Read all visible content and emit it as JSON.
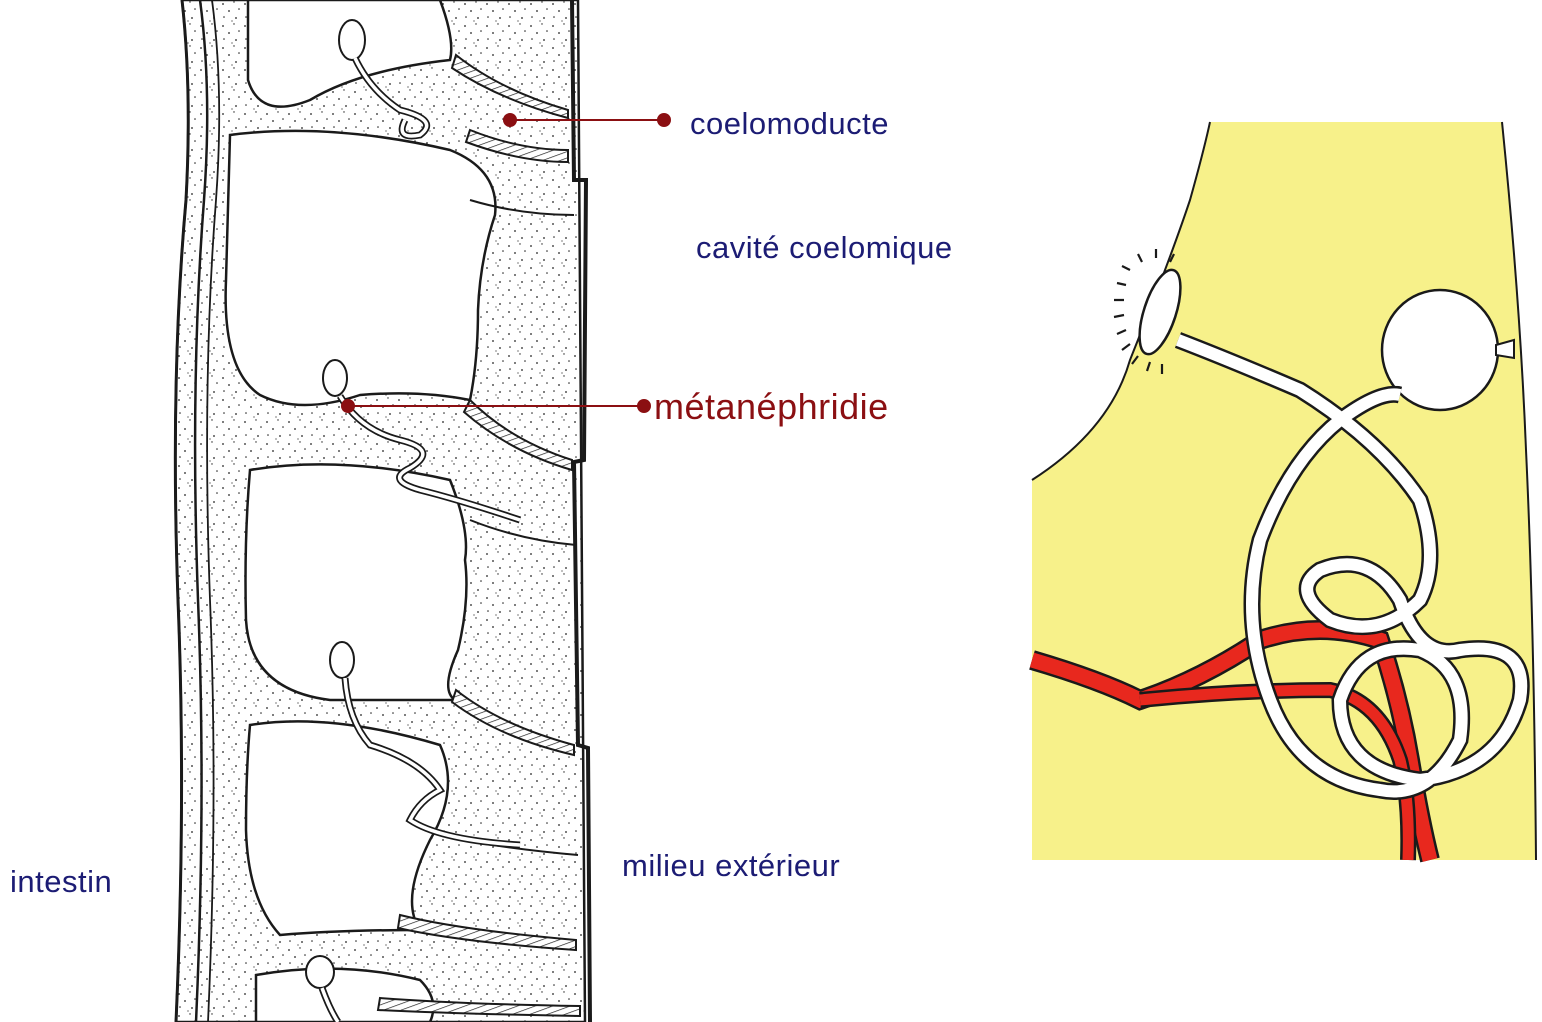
{
  "labels": {
    "coelomoducte": "coelomoducte",
    "cavite": "cavité coelomique",
    "metanephridie": "métanéphridie",
    "milieu": "milieu extérieur",
    "intestin": "intestin"
  },
  "colors": {
    "label_text": "#1c1c74",
    "callout": "#8b0f12",
    "coelom_fill": "#f7f18a",
    "blood_vessel": "#e8281e",
    "line": "#1a1a1a"
  }
}
